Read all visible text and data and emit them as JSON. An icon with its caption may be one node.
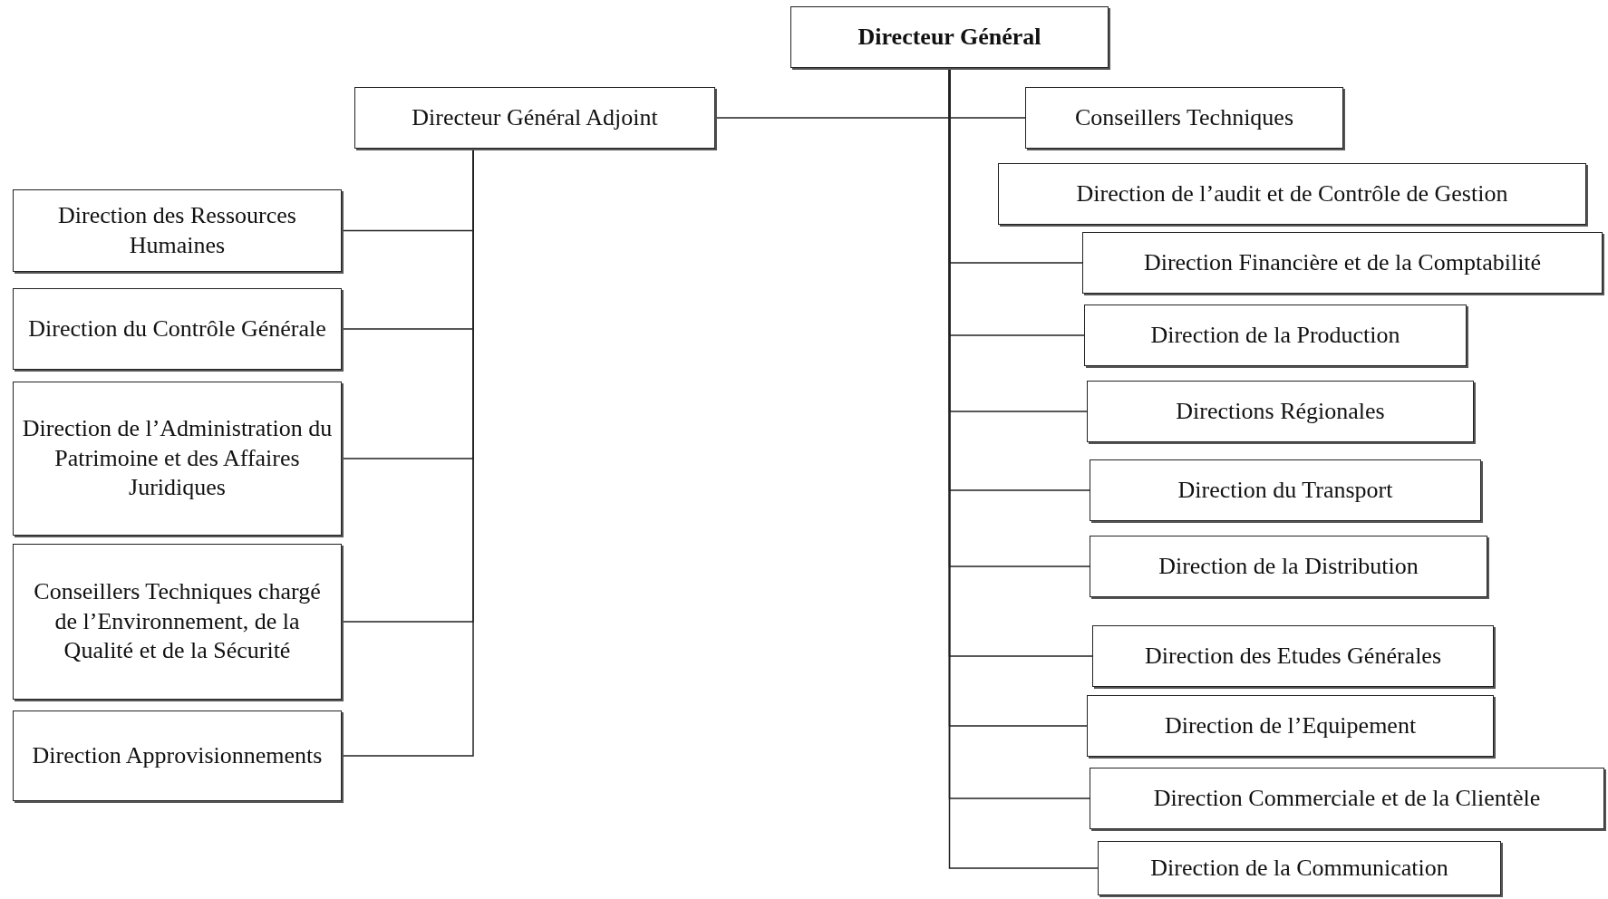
{
  "diagram": {
    "nodes": [
      {
        "text": [
          "Directeur Général"
        ]
      },
      {
        "text": [
          "Directeur Général Adjoint"
        ]
      },
      {
        "text": [
          "Conseillers Techniques"
        ]
      },
      {
        "text": [
          "Direction de l’audit et de Contrôle de Gestion"
        ]
      },
      {
        "text": [
          "Direction Financière et de la Comptabilité"
        ]
      },
      {
        "text": [
          "Direction de la Production"
        ]
      },
      {
        "text": [
          "Directions Régionales"
        ]
      },
      {
        "text": [
          "Direction du Transport"
        ]
      },
      {
        "text": [
          "Direction de la Distribution"
        ]
      },
      {
        "text": [
          "Direction des Etudes Générales"
        ]
      },
      {
        "text": [
          "Direction de l’Equipement"
        ]
      },
      {
        "text": [
          "Direction Commerciale et de la Clientèle"
        ]
      },
      {
        "text": [
          "Direction de la Communication"
        ]
      },
      {
        "text": [
          "Direction des Ressources Humaines"
        ]
      },
      {
        "text": [
          "Direction du Contrôle Générale"
        ]
      },
      {
        "text": [
          "Direction de l’Administration du Patrimoine et des Affaires Juridiques"
        ]
      },
      {
        "text": [
          "Conseillers Techniques chargé de l’Environnement, de la Qualité et de la Sécurité"
        ]
      },
      {
        "text": [
          "Direction Approvisionnements"
        ]
      }
    ],
    "edges": [
      {
        "from": 0,
        "to": 1,
        "arrow": "none"
      },
      {
        "from": 0,
        "to": 2,
        "arrow": "none"
      },
      {
        "from": 0,
        "to": 4,
        "arrow": "none"
      },
      {
        "from": 0,
        "to": 5,
        "arrow": "none"
      },
      {
        "from": 0,
        "to": 6,
        "arrow": "none"
      },
      {
        "from": 0,
        "to": 7,
        "arrow": "none"
      },
      {
        "from": 0,
        "to": 8,
        "arrow": "none"
      },
      {
        "from": 0,
        "to": 9,
        "arrow": "none"
      },
      {
        "from": 0,
        "to": 10,
        "arrow": "none"
      },
      {
        "from": 0,
        "to": 11,
        "arrow": "none"
      },
      {
        "from": 0,
        "to": 12,
        "arrow": "none"
      },
      {
        "from": 1,
        "to": 13,
        "arrow": "none"
      },
      {
        "from": 1,
        "to": 14,
        "arrow": "none"
      },
      {
        "from": 1,
        "to": 15,
        "arrow": "none"
      },
      {
        "from": 1,
        "to": 16,
        "arrow": "none"
      },
      {
        "from": 1,
        "to": 17,
        "arrow": "none"
      }
    ]
  }
}
